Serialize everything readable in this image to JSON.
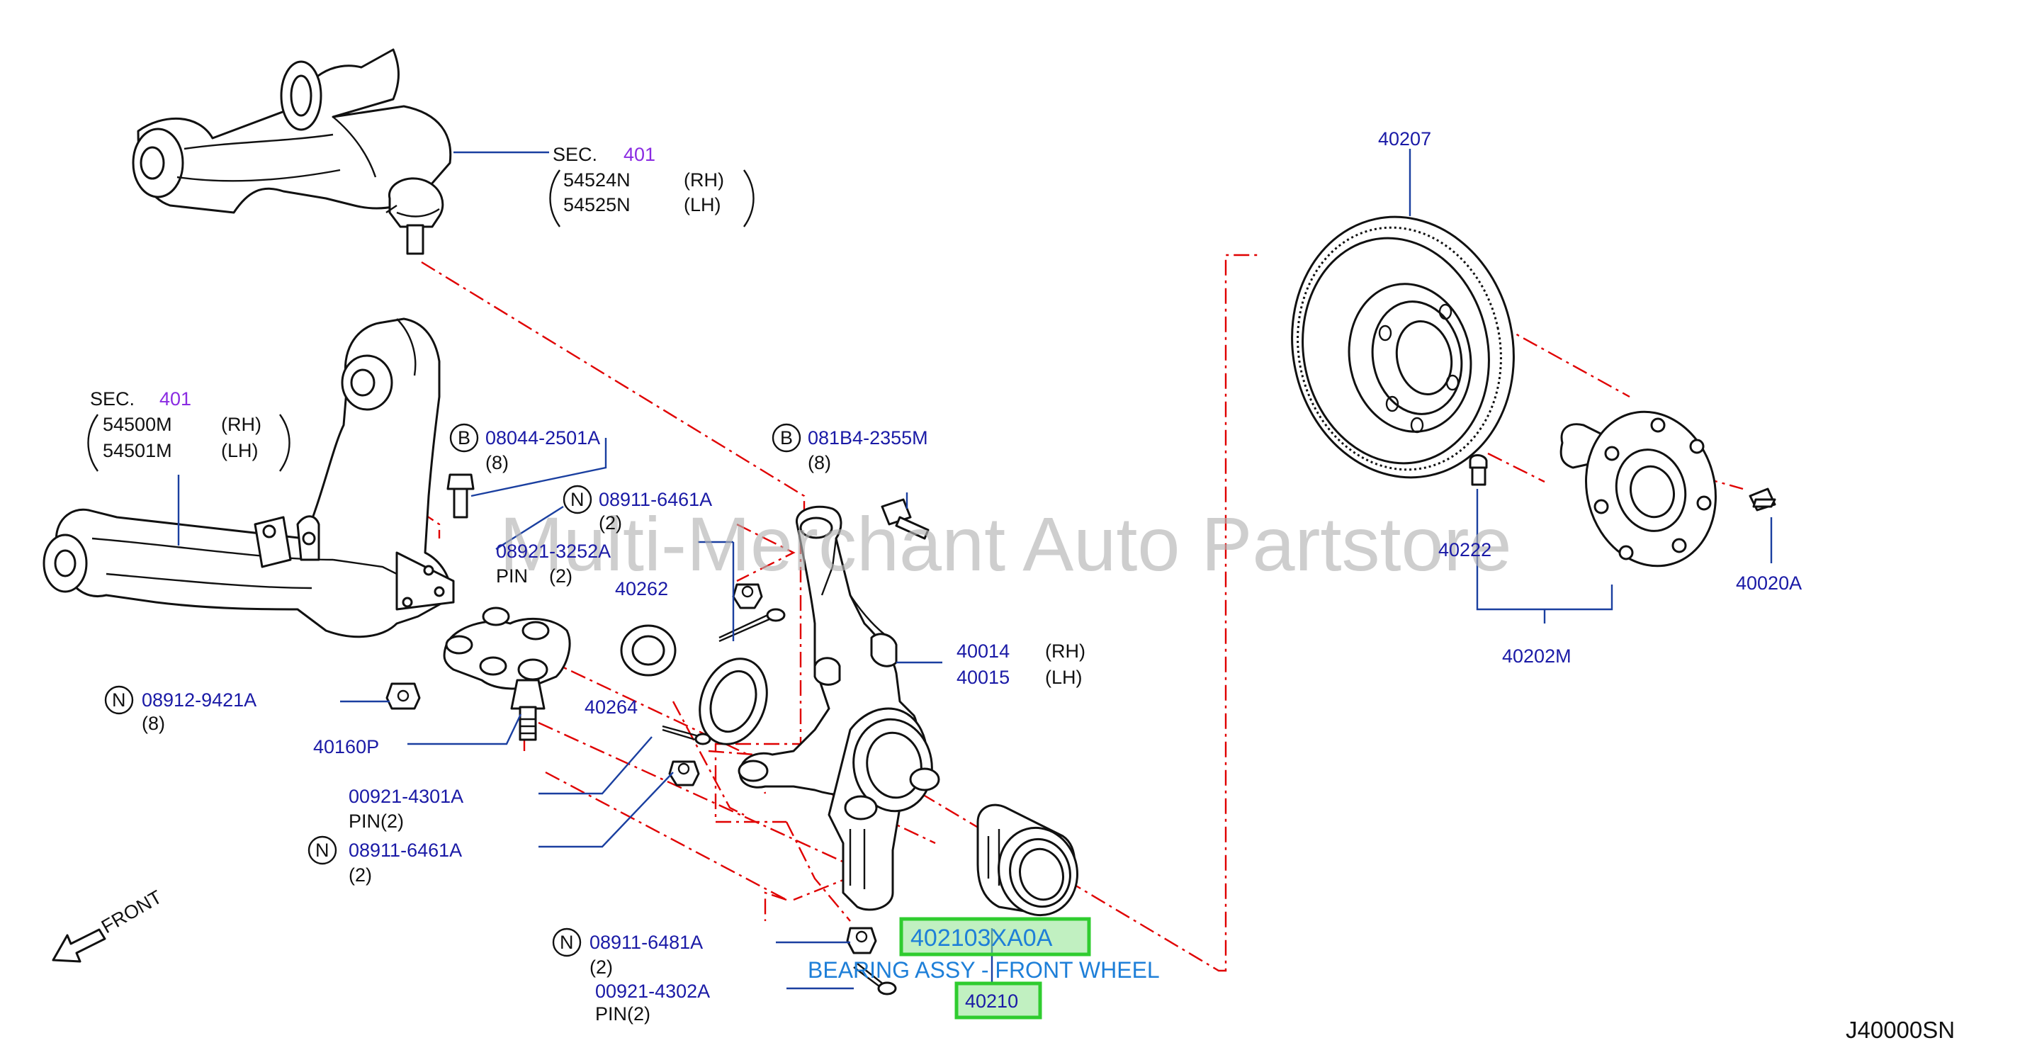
{
  "watermark": "Multi-Merchant Auto Partstore",
  "diagram_code": "J40000SN",
  "front_label": "FRONT",
  "upper_arm": {
    "sec_prefix": "SEC.",
    "sec_number": "401",
    "parts": [
      {
        "number": "54524N",
        "side": "(RH)"
      },
      {
        "number": "54525N",
        "side": "(LH)"
      }
    ]
  },
  "lower_arm": {
    "sec_prefix": "SEC.",
    "sec_number": "401",
    "parts": [
      {
        "number": "54500M",
        "side": "(RH)"
      },
      {
        "number": "54501M",
        "side": "(LH)"
      }
    ]
  },
  "callouts": {
    "bolt_lower": {
      "badge": "B",
      "number": "08044-2501A",
      "qty": "(8)"
    },
    "bolt_knuckle": {
      "badge": "B",
      "number": "081B4-2355M",
      "qty": "(8)"
    },
    "nut_upper": {
      "badge": "N",
      "number": "08911-6461A",
      "qty": "(2)"
    },
    "pin_upper": {
      "number": "08921-3252A",
      "prefix": "PIN",
      "qty": "(2)"
    },
    "nut_lower_arm": {
      "badge": "N",
      "number": "08912-9421A",
      "qty": "(8)"
    },
    "ball_joint": {
      "number": "40160P"
    },
    "washer": {
      "number": "40262"
    },
    "seal": {
      "number": "40264"
    },
    "knuckle": {
      "rh_number": "40014",
      "rh_side": "(RH)",
      "lh_number": "40015",
      "lh_side": "(LH)"
    },
    "pin_mid": {
      "number": "00921-4301A",
      "suffix": "PIN(2)"
    },
    "nut_mid": {
      "badge": "N",
      "number": "08911-6461A",
      "qty": "(2)"
    },
    "nut_bottom": {
      "badge": "N",
      "number": "08911-6481A",
      "qty": "(2)"
    },
    "pin_bottom": {
      "number": "00921-4302A",
      "suffix": "PIN(2)"
    },
    "rotor": {
      "number": "40207"
    },
    "hub_bolt": {
      "number": "40222"
    },
    "hub_screw": {
      "number": "40020A"
    },
    "hub_assy": {
      "number": "40202M"
    },
    "bearing": {
      "number": "40210"
    }
  },
  "highlight": {
    "part_number": "402103XA0A",
    "description": "BEARING ASSY - FRONT WHEEL"
  },
  "colors": {
    "label_blue": "#1a1aa6",
    "sec_purple": "#8a2be2",
    "dash_red": "#e00000",
    "highlight_green": "#2fcc2f",
    "description_blue": "#1e7fd8"
  }
}
